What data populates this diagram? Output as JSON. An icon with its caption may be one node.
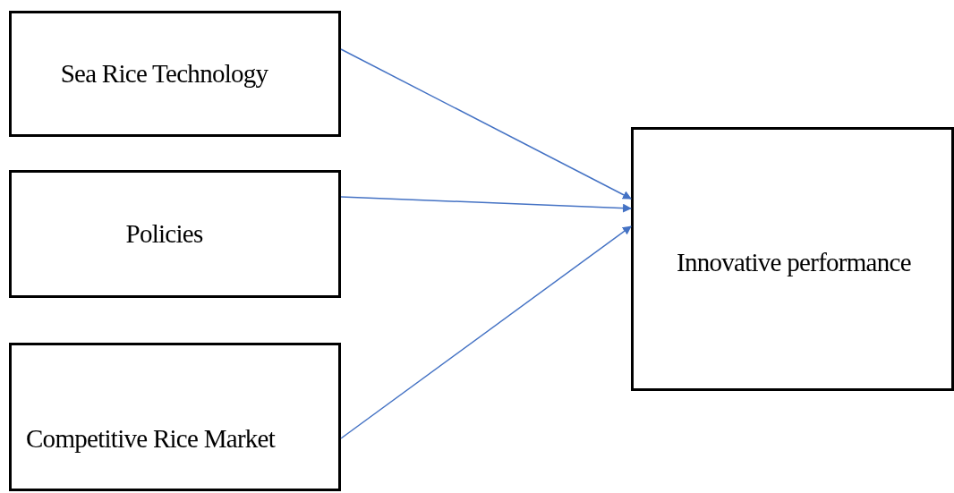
{
  "diagram": {
    "nodes": [
      {
        "text": [
          "Sea Rice Technology"
        ]
      },
      {
        "text": [
          "Policies"
        ]
      },
      {
        "text": [
          "Competitive Rice Market"
        ]
      },
      {
        "text": [
          "Innovative performance"
        ]
      }
    ],
    "edges": [
      {
        "from": 0,
        "to": 3,
        "arrow": "to"
      },
      {
        "from": 1,
        "to": 3,
        "arrow": "to"
      },
      {
        "from": 2,
        "to": 3,
        "arrow": "to"
      }
    ]
  }
}
